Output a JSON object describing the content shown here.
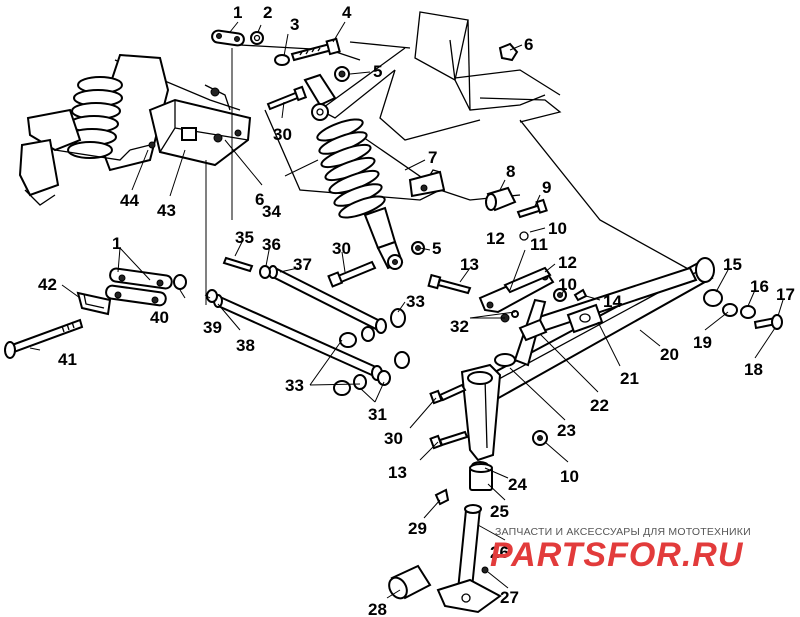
{
  "labels": {
    "l1a": "1",
    "l2": "2",
    "l3": "3",
    "l4": "4",
    "l5a": "5",
    "l6a": "6",
    "l30a": "30",
    "l7": "7",
    "l8": "8",
    "l9": "9",
    "l10a": "10",
    "l11": "11",
    "l12a": "12",
    "l12b": "12",
    "l13a": "13",
    "l10b": "10",
    "l14": "14",
    "l15": "15",
    "l16": "16",
    "l17": "17",
    "l19": "19",
    "l18": "18",
    "l20": "20",
    "l21": "21",
    "l22": "22",
    "l23": "23",
    "l10c": "10",
    "l24": "24",
    "l25": "25",
    "l26": "26",
    "l27": "27",
    "l28": "28",
    "l29": "29",
    "l13b": "13",
    "l30b": "30",
    "l31": "31",
    "l33a": "33",
    "l33b": "33",
    "l32": "32",
    "l5b": "5",
    "l30c": "30",
    "l34": "34",
    "l35": "35",
    "l36": "36",
    "l37": "37",
    "l38": "38",
    "l39": "39",
    "l40": "40",
    "l1b": "1",
    "l42": "42",
    "l41": "41",
    "l43": "43",
    "l44": "44",
    "l6b": "6"
  },
  "watermark": {
    "subtitle": "ЗАПЧАСТИ И АКСЕССУАРЫ ДЛЯ МОТОТЕХНИКИ",
    "logo": "PARTSFOR.RU"
  },
  "colors": {
    "logo": "#e23b3b",
    "ink": "#000000"
  }
}
